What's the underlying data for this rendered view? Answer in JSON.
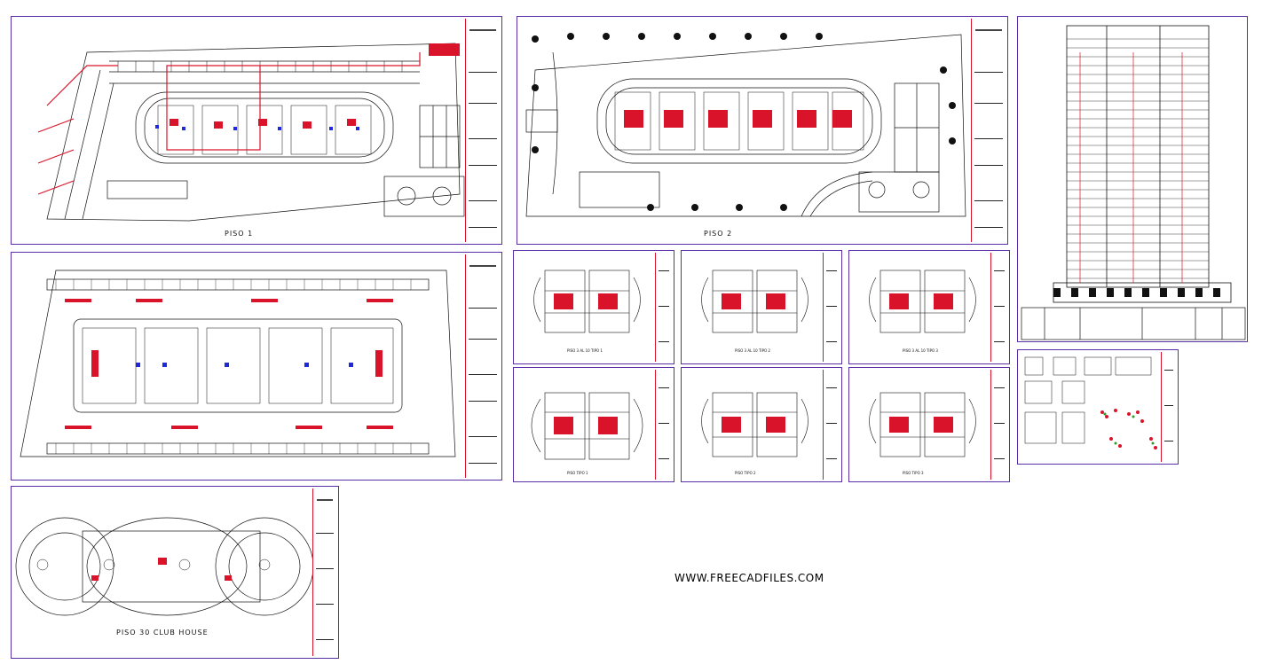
{
  "colors": {
    "frame": "#5a2ea6",
    "accent": "#d9142a",
    "line": "#111111"
  },
  "sheets": {
    "piso1": {
      "title": "PISO 1"
    },
    "piso2": {
      "title": "PISO 2"
    },
    "parking": {
      "title": ""
    },
    "club": {
      "title": "PISO 30 CLUB HOUSE"
    },
    "tipo1": {
      "title": "PISO 3 AL 10 TIPO 1"
    },
    "tipo2": {
      "title": "PISO 3 AL 10 TIPO 2"
    },
    "tipo3": {
      "title": "PISO 3 AL 10 TIPO 3"
    },
    "tipo4": {
      "title": "PISO TIPO 1"
    },
    "tipo5": {
      "title": "PISO TIPO 2"
    },
    "tipo6": {
      "title": "PISO TIPO 3"
    },
    "elevation": {
      "title": ""
    },
    "details": {
      "title": ""
    }
  },
  "watermark": "WWW.FREECADFILES.COM"
}
